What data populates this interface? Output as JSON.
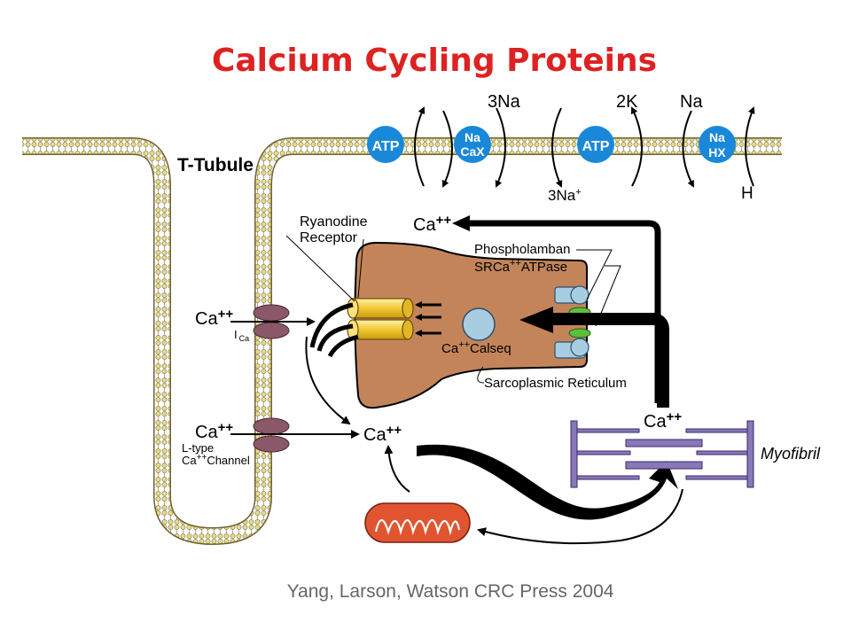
{
  "title": "Calcium Cycling Proteins",
  "citation": "Yang, Larson, Watson CRC Press 2004",
  "colors": {
    "title": "#dd2222",
    "citation": "#666666",
    "pump": "#1a88d8",
    "sr": "#c4845a",
    "channel": "#8a5868",
    "myofibril": "#8878b8",
    "mito": "#e05530",
    "calseq": "#a8cce0",
    "ryr": "#f0c830",
    "phospholamban": "#5cbf3c",
    "membrane": "#d8c870"
  },
  "labels": {
    "t_tubule": "T-Tubule",
    "atp_1": "ATP",
    "atp_2": "ATP",
    "ncx_top": "Na",
    "ncx_bottom": "CaX",
    "nhx_top": "Na",
    "nhx_bottom": "HX",
    "ion_3na_top": "3Na",
    "ion_2k": "2K",
    "ion_na": "Na",
    "ion_3na_bottom": "3Na",
    "ion_3na_bottom_sup": "+",
    "ion_h": "H",
    "ryanodine_1": "Ryanodine",
    "ryanodine_2": "Receptor",
    "phospholamban": "Phospholamban",
    "serca_1": "SRCa",
    "serca_sup": "++",
    "serca_2": "ATPase",
    "calseq_1": "Ca",
    "calseq_sup": "++",
    "calseq_2": "Calseq",
    "sr_label": "Sarcoplasmic Reticulum",
    "ca": "Ca",
    "ca_sup": "++",
    "ica_i": "I",
    "ica_sub": "Ca",
    "ltype_1": "L-type",
    "ltype_2a": "Ca",
    "ltype_sup": "++",
    "ltype_2b": "Channel",
    "myofibril": "Myofibril"
  }
}
